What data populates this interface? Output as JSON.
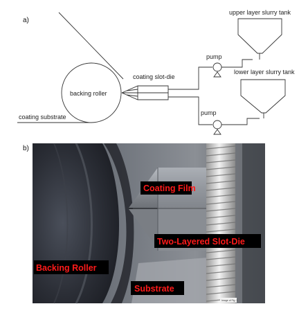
{
  "panel_a": {
    "label": "a)",
    "backing_roller": "backing roller",
    "coating_substrate": "coating substrate",
    "coating_slot_die": "coating slot-die",
    "pump_top": "pump",
    "pump_bottom": "pump",
    "upper_tank": "upper layer slurry tank",
    "lower_tank": "lower layer slurry tank"
  },
  "panel_b": {
    "label": "b)",
    "coating_film": "Coating Film",
    "slot_die": "Two-Layered Slot-Die",
    "backing_roller": "Backing Roller",
    "substrate": "Substrate",
    "image_tag": "Image of Fig. 1"
  }
}
